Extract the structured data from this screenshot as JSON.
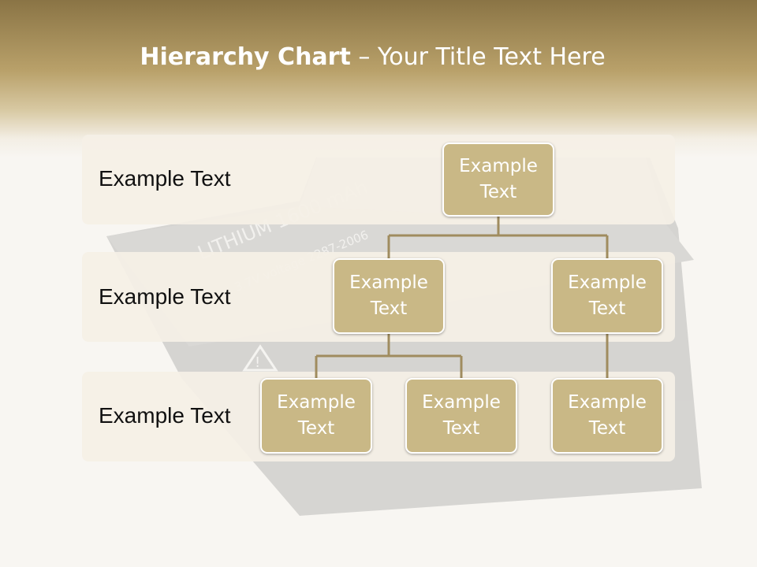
{
  "title": {
    "bold": "Hierarchy Chart",
    "rest": " – Your Title Text Here"
  },
  "rows": [
    {
      "label": "Example Text"
    },
    {
      "label": "Example Text"
    },
    {
      "label": "Example Text"
    }
  ],
  "nodes": {
    "root": "Example\nText",
    "level2_left": "Example\nText",
    "level2_right": "Example\nText",
    "level3_a": "Example\nText",
    "level3_b": "Example\nText",
    "level3_c": "Example\nText"
  },
  "colors": {
    "node_fill": "#c9b886",
    "connector": "#a08c5f",
    "header_dark": "#8a7445",
    "header_light": "#b9a16a"
  }
}
